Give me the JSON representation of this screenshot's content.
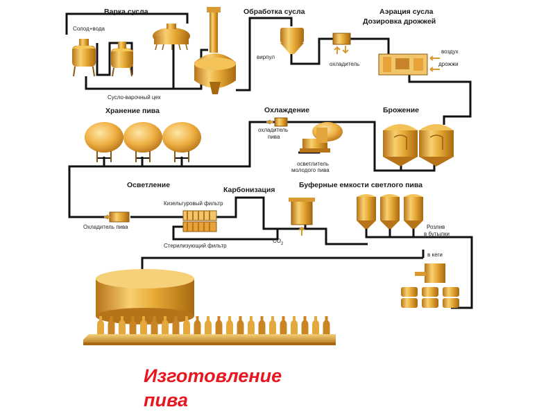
{
  "sections": {
    "wort_boiling": "Варка сусла",
    "wort_processing": "Обработка сусла",
    "wort_aeration": "Аэрация сусла",
    "yeast_dosing": "Дозировка дрожжей",
    "beer_storage": "Хранение пива",
    "cooling": "Охлаждение",
    "fermentation": "Брожение",
    "clarification": "Осветление",
    "carbonization": "Карбонизация",
    "buffer_tanks": "Буферные емкости светлого пива"
  },
  "labels": {
    "malt_water": "Солод+вода",
    "brewhouse": "Сусло-варочный цех",
    "whirlpool": "вирпул",
    "cooler": "охладитель",
    "air": "воздух",
    "yeast": "дрожжи",
    "beer_cooler": "охладитель",
    "beer_cooler_2": "пива",
    "young_beer_clarifier": "осветлитель",
    "young_beer_clarifier_2": "молодого пива",
    "kieselguhr_filter": "Кизельгуровый фильтр",
    "beer_cooler_cap": "Охладитель пива",
    "sterilizing_filter": "Стерилизующий фильтр",
    "co2": "CO",
    "co2_sub": "2",
    "bottling": "Розлив",
    "bottling_2": "в бутылки",
    "kegs": "в кеги"
  },
  "caption": {
    "line1": "Изготовление",
    "line2": "пива"
  },
  "colors": {
    "copper_light": "#f6c85a",
    "copper": "#e0a030",
    "copper_dark": "#b77318",
    "pipe": "#111111",
    "caption": "#e8161f"
  }
}
